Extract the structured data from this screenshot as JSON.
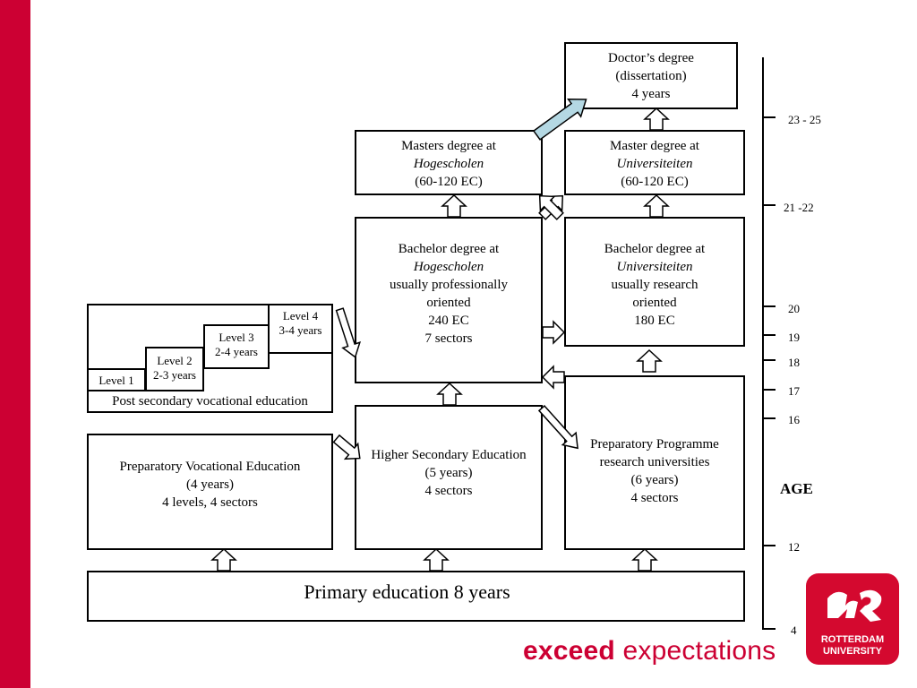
{
  "boxes": {
    "doctor": {
      "line1": "Doctor’s degree",
      "line2": "(dissertation)",
      "line3": "4 years"
    },
    "masters_hbo": {
      "line1": "Masters degree at",
      "line2": "Hogescholen",
      "line3": "(60-120 EC)"
    },
    "masters_uni": {
      "line1": "Master degree at",
      "line2": "Universiteiten",
      "line3": "(60-120 EC)"
    },
    "bachelor_hbo": {
      "line1": "Bachelor degree at",
      "line2": "Hogescholen",
      "line3": "usually professionally",
      "line4": "oriented",
      "line5": "240 EC",
      "line6": "7 sectors"
    },
    "bachelor_uni": {
      "line1": "Bachelor degree at",
      "line2": "Universiteiten",
      "line3": "usually research",
      "line4": "oriented",
      "line5": "180 EC"
    },
    "post_secondary": {
      "label": "Post secondary vocational education",
      "levels": [
        {
          "line1": "Level  1",
          "line2": ""
        },
        {
          "line1": "Level  2",
          "line2": "2-3 years"
        },
        {
          "line1": "Level  3",
          "line2": "2-4 years"
        },
        {
          "line1": "Level  4",
          "line2": "3-4 years"
        }
      ]
    },
    "prep_vocational": {
      "line1": "Preparatory Vocational Education",
      "line2": "(4 years)",
      "line3": "4 levels, 4 sectors"
    },
    "higher_secondary": {
      "line1": "Higher Secondary Education",
      "line2": "(5 years)",
      "line3": "4 sectors"
    },
    "prep_research": {
      "line1": "Preparatory Programme",
      "line2": "research universities",
      "line3": "(6 years)",
      "line4": "4 sectors"
    },
    "primary": {
      "label": "Primary education  8 years"
    }
  },
  "age_axis": {
    "title": "AGE",
    "ticks": [
      "23 - 25",
      "21 -22",
      "20",
      "19",
      "18",
      "17",
      "16",
      "12",
      "4"
    ]
  },
  "branding": {
    "slogan_bold": "exceed",
    "slogan_rest": " expectations",
    "logo_line1": "ROTTERDAM",
    "logo_line2": "UNIVERSITY",
    "accent_color": "#cc0033"
  }
}
